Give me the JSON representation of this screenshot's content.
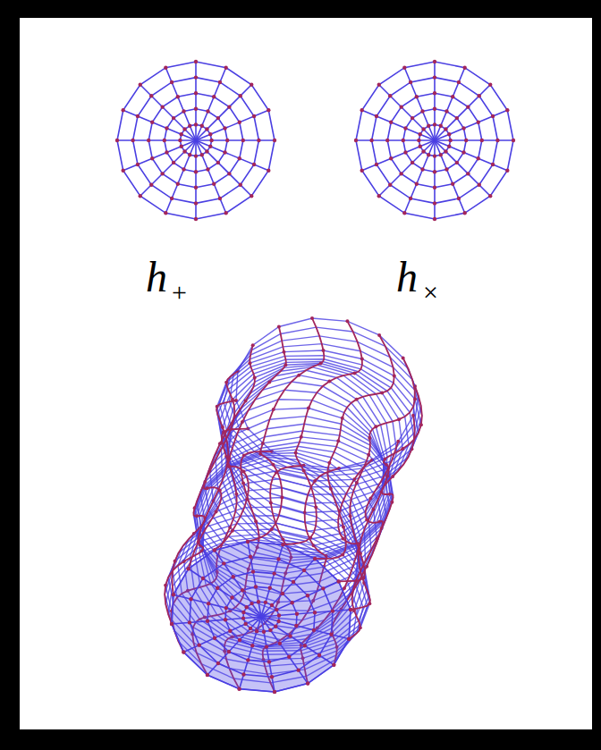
{
  "diagram": {
    "labels": [
      "h",
      "+",
      "h",
      "×"
    ]
  }
}
